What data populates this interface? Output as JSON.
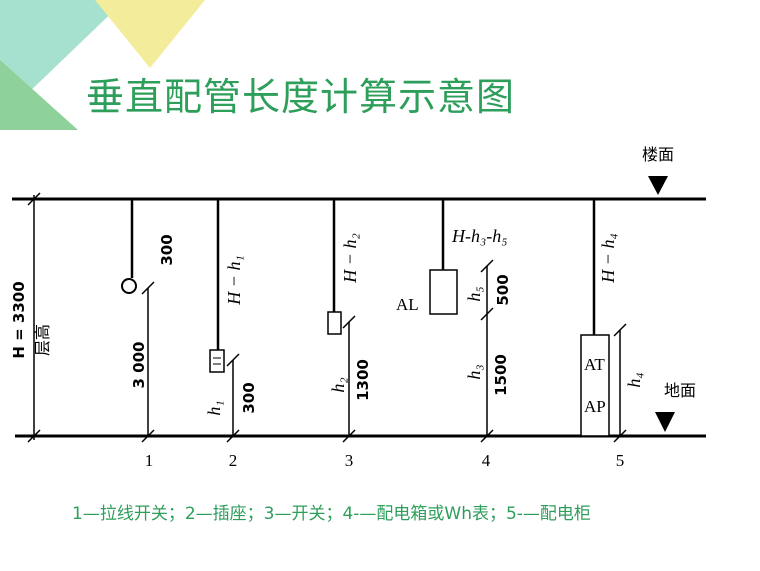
{
  "title": "垂直配管长度计算示意图",
  "caption": "1—拉线开关；2—插座；3—开关；4-—配电箱或Wh表；5-—配电柜",
  "labels": {
    "floor_top": "楼面",
    "floor_ground": "地面",
    "total_height": "H = 3300",
    "story_height": "层高",
    "dim_300_top": "300",
    "dim_3000": "3 000",
    "h1_formula": "H − h₁",
    "h1": "h₁",
    "dim_300_bottom": "300",
    "h2_formula": "H − h₂",
    "h2": "h₂",
    "dim_1300": "1300",
    "h3h5_formula": "H-h₃-h₅",
    "al": "AL",
    "h5": "h₅",
    "dim_500": "500",
    "h3": "h₃",
    "dim_1500": "1500",
    "h4_formula": "H − h₄",
    "at": "AT",
    "ap": "AP",
    "h4": "h₄",
    "pos1": "1",
    "pos2": "2",
    "pos3": "3",
    "pos4": "4",
    "pos5": "5"
  },
  "colors": {
    "title": "#2e9e5b",
    "triangle_green": "#8fd19a",
    "triangle_yellow": "#f3ec9a",
    "triangle_teal": "#a6e0cf",
    "line": "#000000"
  }
}
